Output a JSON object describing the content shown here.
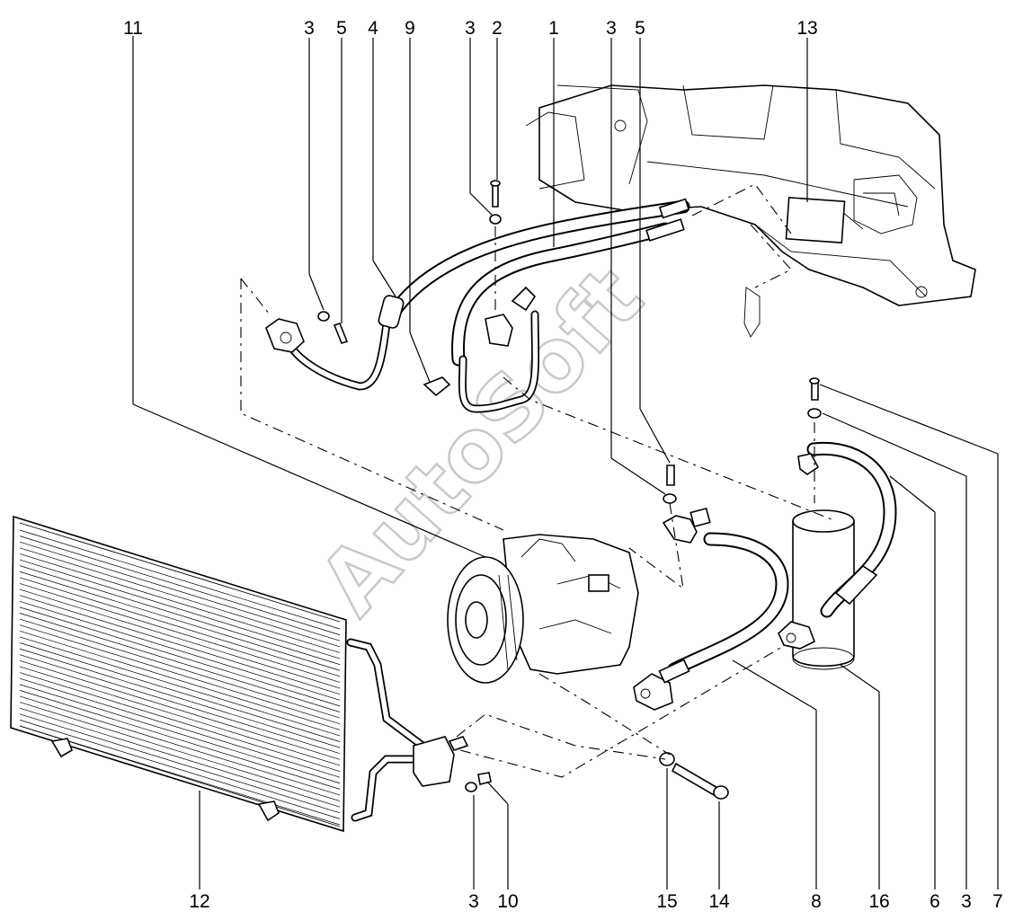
{
  "watermark": "AutoSoft",
  "callouts": [
    {
      "id": "c11",
      "text": "11"
    },
    {
      "id": "c3a",
      "text": "3"
    },
    {
      "id": "c5a",
      "text": "5"
    },
    {
      "id": "c4",
      "text": "4"
    },
    {
      "id": "c9",
      "text": "9"
    },
    {
      "id": "c3b",
      "text": "3"
    },
    {
      "id": "c2",
      "text": "2"
    },
    {
      "id": "c1",
      "text": "1"
    },
    {
      "id": "c3c",
      "text": "3"
    },
    {
      "id": "c5b",
      "text": "5"
    },
    {
      "id": "c13",
      "text": "13"
    },
    {
      "id": "c12",
      "text": "12"
    },
    {
      "id": "c3d",
      "text": "3"
    },
    {
      "id": "c10",
      "text": "10"
    },
    {
      "id": "c15",
      "text": "15"
    },
    {
      "id": "c14",
      "text": "14"
    },
    {
      "id": "c8",
      "text": "8"
    },
    {
      "id": "c16",
      "text": "16"
    },
    {
      "id": "c6",
      "text": "6"
    },
    {
      "id": "c3e",
      "text": "3"
    },
    {
      "id": "c7",
      "text": "7"
    }
  ]
}
